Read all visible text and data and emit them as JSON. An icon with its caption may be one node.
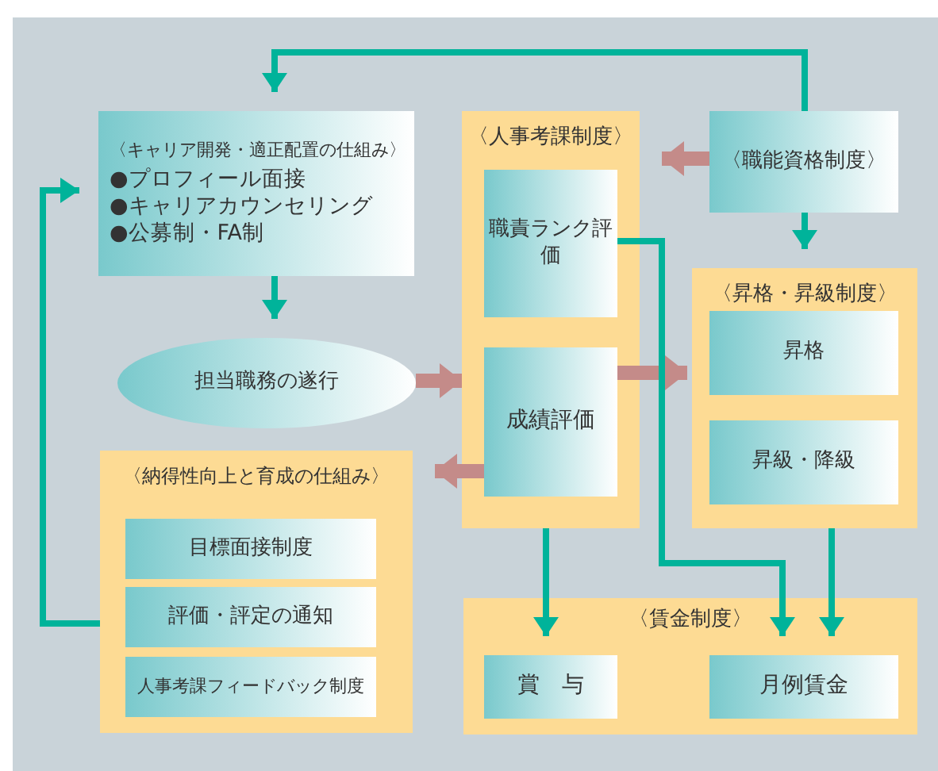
{
  "diagram": {
    "nodes": [
      {
        "text": [
          "〈キャリア開発・適正配置の仕組み〉",
          "●プロフィール面接",
          "●キャリアカウンセリング",
          "●公募制・FA制"
        ]
      },
      {
        "text": [
          "担当職務の遂行"
        ]
      },
      {
        "text": [
          "〈人事考課制度〉"
        ]
      },
      {
        "text": [
          "職責ランク評価"
        ],
        "in": 2
      },
      {
        "text": [
          "成績評価"
        ],
        "in": 2
      },
      {
        "text": [
          "〈職能資格制度〉"
        ]
      },
      {
        "text": [
          "〈昇格・昇級制度〉"
        ]
      },
      {
        "text": [
          "昇格"
        ],
        "in": 6
      },
      {
        "text": [
          "昇級・降級"
        ],
        "in": 6
      },
      {
        "text": [
          "〈納得性向上と育成の仕組み〉"
        ]
      },
      {
        "text": [
          "目標面接制度"
        ],
        "in": 9
      },
      {
        "text": [
          "評価・評定の通知"
        ],
        "in": 9
      },
      {
        "text": [
          "人事考課フィードバック制度"
        ],
        "in": 9
      },
      {
        "text": [
          "〈賃金制度〉"
        ]
      },
      {
        "text": [
          "賞　与"
        ],
        "in": 13
      },
      {
        "text": [
          "月例賃金"
        ],
        "in": 13
      }
    ],
    "edges": [
      {
        "from": 5,
        "to": 0,
        "arrow": "to"
      },
      {
        "from": 0,
        "to": 1,
        "arrow": "to"
      },
      {
        "from": 1,
        "to": 4,
        "arrow": "to",
        "style": "thick",
        "color": "#c48b89"
      },
      {
        "from": 5,
        "to": 2,
        "arrow": "to",
        "style": "thick",
        "color": "#c48b89"
      },
      {
        "from": 4,
        "to": 7,
        "arrow": "to",
        "style": "thick",
        "color": "#c48b89"
      },
      {
        "from": 4,
        "to": 9,
        "arrow": "to",
        "style": "thick",
        "color": "#c48b89"
      },
      {
        "from": 9,
        "to": 0,
        "arrow": "to"
      },
      {
        "from": 5,
        "to": 6,
        "arrow": "to"
      },
      {
        "from": 3,
        "to": 15,
        "arrow": "to"
      },
      {
        "from": 6,
        "to": 15,
        "arrow": "to"
      },
      {
        "from": 2,
        "to": 14,
        "arrow": "to"
      }
    ]
  }
}
